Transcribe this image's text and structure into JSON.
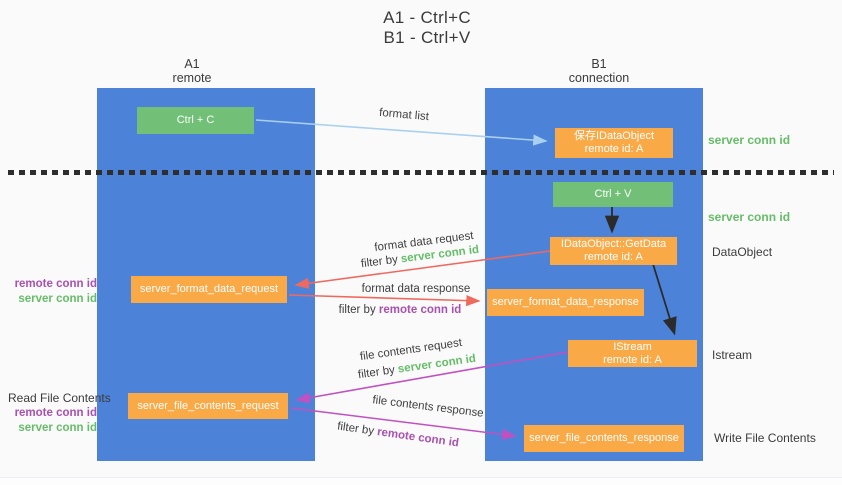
{
  "title": {
    "line1": "A1 - Ctrl+C",
    "line2": "B1 - Ctrl+V"
  },
  "lifelines": {
    "left": {
      "name": "A1",
      "subtitle": "remote"
    },
    "right": {
      "name": "B1",
      "subtitle": "connection"
    }
  },
  "nodes": {
    "ctrl_c": {
      "label": "Ctrl + C"
    },
    "save_idataobject": {
      "label": "保存IDataObject",
      "sub": "remote id: A"
    },
    "ctrl_v": {
      "label": "Ctrl + V"
    },
    "getdata": {
      "label": "IDataObject::GetData",
      "sub": "remote id: A"
    },
    "format_request": {
      "label": "server_format_data_request"
    },
    "format_response": {
      "label": "server_format_data_response"
    },
    "istream": {
      "label": "IStream",
      "sub": "remote id: A"
    },
    "file_request": {
      "label": "server_file_contents_request"
    },
    "file_response": {
      "label": "server_file_contents_response"
    }
  },
  "flow_labels": {
    "format_list": "format list",
    "format_request": "format data request",
    "format_request_filter": {
      "prefix": "filter by ",
      "key": "server conn id"
    },
    "format_response": "format data response",
    "format_response_filter": {
      "prefix": "filter by ",
      "key": "remote conn id"
    },
    "file_request": "file contents request",
    "file_request_filter": {
      "prefix": "filter by ",
      "key": "server conn id"
    },
    "file_response": "file contents response",
    "file_response_filter": {
      "prefix": "filter by ",
      "key": "remote conn id"
    }
  },
  "side_labels": {
    "server_conn_top": "server conn id",
    "server_conn_mid": "server conn id",
    "dataobject": "DataObject",
    "istream": "Istream",
    "write_file_contents": "Write File Contents",
    "read_file_contents": "Read File Contents",
    "top_stack": {
      "remote": "remote conn id",
      "server": "server conn id"
    },
    "bottom_stack": {
      "remote": "remote conn id",
      "server": "server conn id"
    }
  },
  "colors": {
    "lifeline_blue": "#4d82d9",
    "action_green": "#72c077",
    "node_orange": "#faa947",
    "arrow_blue": "#a9d0ee",
    "arrow_red": "#ee6a5f",
    "arrow_magenta": "#c051c1",
    "arrow_black": "#2b2b2b",
    "server_conn_green": "#66bd68",
    "remote_conn_purple": "#a851af",
    "text_dark": "#3b3b3b",
    "background": "#fafafa"
  }
}
